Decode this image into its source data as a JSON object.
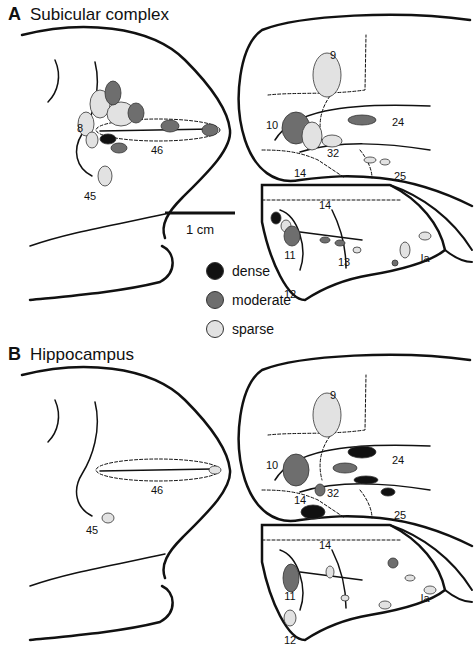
{
  "diagram": {
    "labels": [
      "A",
      "Subicular complex",
      "8",
      "46",
      "45",
      "9",
      "24",
      "10",
      "32",
      "14",
      "25",
      "14",
      "11",
      "13",
      "Ia",
      "12",
      "1 cm",
      "B",
      "Hippocampus",
      "46",
      "45",
      "9",
      "24",
      "10",
      "32",
      "14",
      "25",
      "14",
      "11",
      "Ia",
      "12"
    ],
    "legend": [
      {
        "text": "dense",
        "color": "#111111"
      },
      {
        "text": "moderate",
        "color": "#6e6e6e"
      },
      {
        "text": "sparse",
        "color": "#e2e2e2"
      }
    ]
  }
}
